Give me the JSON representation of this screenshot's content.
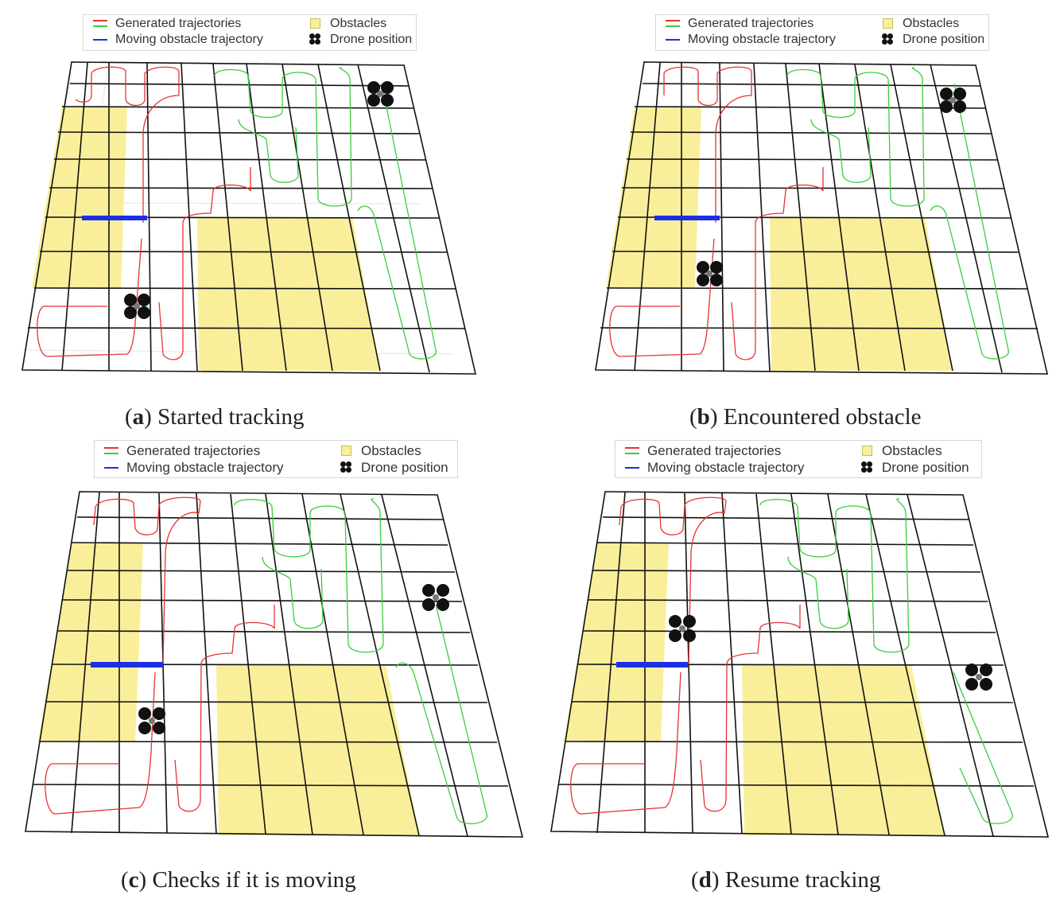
{
  "legend": {
    "generated": "Generated trajectories",
    "moving": "Moving obstacle trajectory",
    "obstacles": "Obstacles",
    "drone": "Drone position"
  },
  "colors": {
    "generated_red": "#e63232",
    "generated_green": "#3ccc3c",
    "moving_obstacle": "#1c2fe6",
    "obstacle_fill": "#f9ef9a",
    "drone": "#111111"
  },
  "panels": [
    {
      "letter": "a",
      "caption": "Started tracking"
    },
    {
      "letter": "b",
      "caption": "Encountered obstacle"
    },
    {
      "letter": "c",
      "caption": "Checks if it is moving"
    },
    {
      "letter": "d",
      "caption": "Resume tracking"
    }
  ]
}
